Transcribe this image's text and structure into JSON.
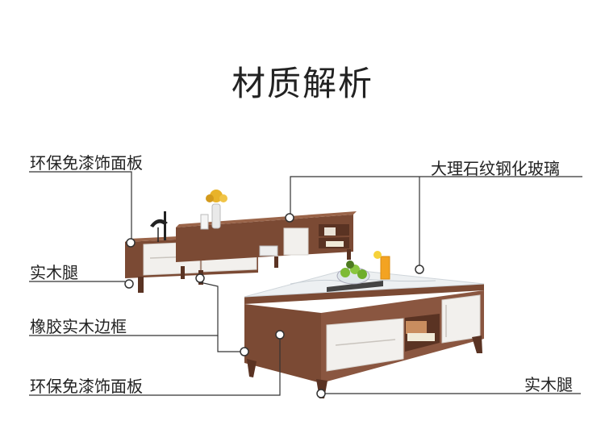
{
  "title": "材质解析",
  "labels": {
    "panel_top_left": "环保免漆饰面板",
    "glass": "大理石纹钢化玻璃",
    "legs_left": "实木腿",
    "frame": "橡胶实木边框",
    "panel_bottom_left": "环保免漆饰面板",
    "legs_right": "实木腿"
  },
  "colors": {
    "wood": "#7b4a34",
    "wood_dark": "#5a3323",
    "white_panel": "#f2f0ed",
    "marble": "#e8ecef",
    "line": "#333333"
  }
}
